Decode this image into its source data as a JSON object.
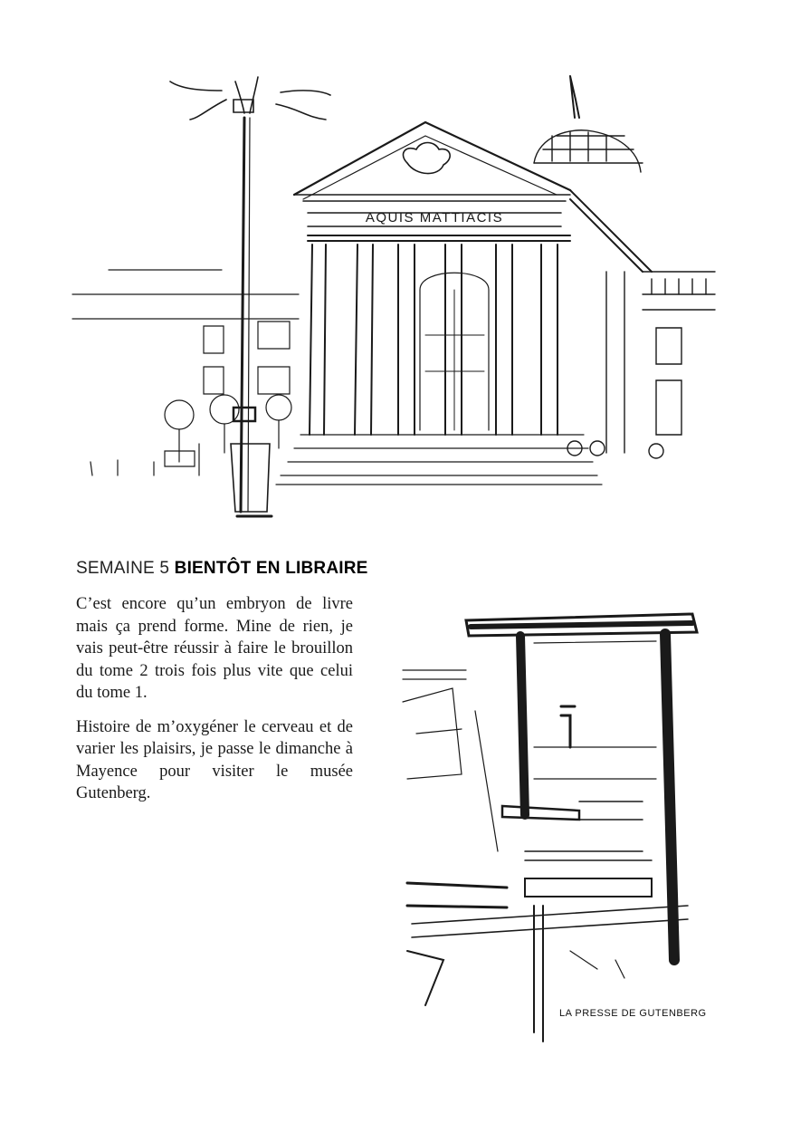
{
  "sketches": {
    "building": {
      "inscription": "AQUIS MATTIACIS"
    },
    "press": {
      "caption": "LA PRESSE DE GUTENBERG"
    }
  },
  "heading": {
    "week": "SEMAINE 5",
    "title": "BIENTÔT EN LIBRAIRE"
  },
  "paragraphs": [
    "C’est encore qu’un embryon de livre mais ça prend forme. Mine de rien, je vais peut-être réussir à faire le brouillon du tome 2 trois fois plus vite que celui du tome 1.",
    "Histoire de m’oxygéner le cerveau et de varier les plaisirs, je passe le dimanche à Mayence pour visiter le musée Gutenberg."
  ]
}
